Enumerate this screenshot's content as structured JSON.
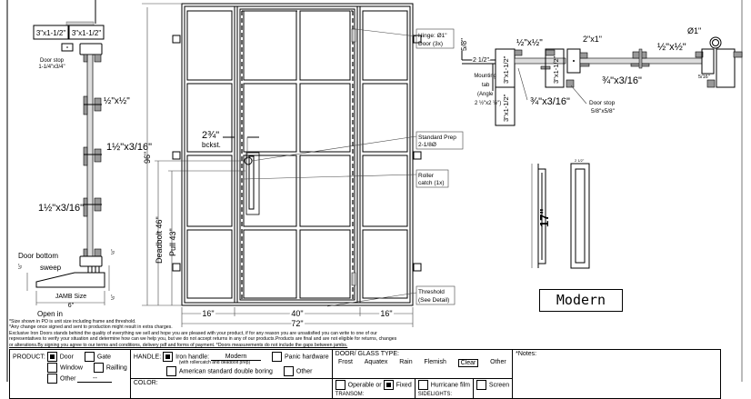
{
  "left_section": {
    "jamb_left": "3\"x1-1/2\"",
    "jamb_right": "3\"x1-1/2\"",
    "door_stop_label": "Door stop",
    "door_stop_size": "1-1/4\"x3/4\"",
    "bar_1": "½\"x½\"",
    "bar_2": "1½\"x3/16\"",
    "bar_3": "1½\"x3/16\"",
    "door_bottom": "Door bottom",
    "sweep": "sweep",
    "jamb_size": "JAMB Size",
    "jamb_width": "6\"",
    "open_in": "Open in",
    "dim_half_1": "½\"",
    "dim_half_2": "½\"",
    "dim_half_3": "½\""
  },
  "elevation": {
    "height": "96\"",
    "deadbolt": "Deadbolt 46\"",
    "pull": "Pull 43\"",
    "backset": "2¾\"",
    "backset_label": "bckst.",
    "width_left": "16\"",
    "width_door": "40\"",
    "width_right": "16\"",
    "width_total": "72\"",
    "callouts": {
      "hinge_1": "Hinge: Ø1\"",
      "hinge_2": "Door (3x)",
      "prep_1": "Standard Prep",
      "prep_2": "2-1/8Ø",
      "roller_1": "Roller",
      "roller_2": "catch (1x)",
      "threshold_1": "Threshold",
      "threshold_2": "(See Detail)"
    }
  },
  "section_detail": {
    "five_eighths": "5/8\"",
    "two_half": "2 1/2\"",
    "tube_1": "3\"x1-1/2\"",
    "tube_2": "3\"x1-1/2\"",
    "tube_3": "3\"x1-1/2\"",
    "half_bar": "½\"x½\"",
    "flat_bar_1": "¾\"x3/16\"",
    "flat_bar_2": "¾\"x3/16\"",
    "two_by_one": "2\"x1\"",
    "half_bar_2": "½\"x½\"",
    "dia": "Ø1\"",
    "five_sixteenths": "5/16\"",
    "mounting_1": "Mounting",
    "mounting_2": "tab",
    "mounting_3": "(Angle",
    "mounting_4": "2 ½\"x2 ½\")",
    "door_stop_1": "Door stop",
    "door_stop_2": "5/8\"x5/8\""
  },
  "handle_detail": {
    "length": "17\"",
    "offset": "2 1/2\"",
    "style": "Modern"
  },
  "notes": [
    "*Size shown in PO is unit size including frame and threshold.",
    "*Any change once signed and sent to production might result in extra charges.",
    "Exclusive Iron Doors stands behind the quality of everything we sell and hope you are pleased with your product, if for any reason you are unsatisfied you can write to one of our",
    "representatives to verify your situation and determine how can we help you, but we do not accept returns in any of our products.Products are final and are not eligible for returns, changes",
    "or alterations.By signing you agree to our terms and conditions, delivery pdf and forms of payment. *Doors measurements do not include the gaps between jambs."
  ],
  "form": {
    "product_label": "PRODUCT:",
    "product_options": [
      "Door",
      "Gate",
      "Window",
      "Railling",
      "Other"
    ],
    "product_other_value": "--",
    "handle_label": "HANDLE:",
    "handle_iron": "Iron handle:",
    "handle_iron_value": "Modern",
    "handle_iron_note": "(with rollercatch and deadbolt prep)",
    "handle_american": "American standard double boring",
    "handle_panic": "Panic hardware",
    "handle_other": "Other",
    "color_label": "COLOR:",
    "glass_label": "DOOR/ GLASS TYPE:",
    "glass_types": [
      "Frost",
      "Aquatex",
      "Rain",
      "Flemish",
      "Clear",
      "Other"
    ],
    "operable": "Operable",
    "or": "or",
    "fixed": "Fixed",
    "hurricane": "Hurricane film",
    "screen": "Screen",
    "transom": "TRANSOM:",
    "sidelights": "SIDELIGHTS:",
    "notes_label": "*Notes:"
  }
}
